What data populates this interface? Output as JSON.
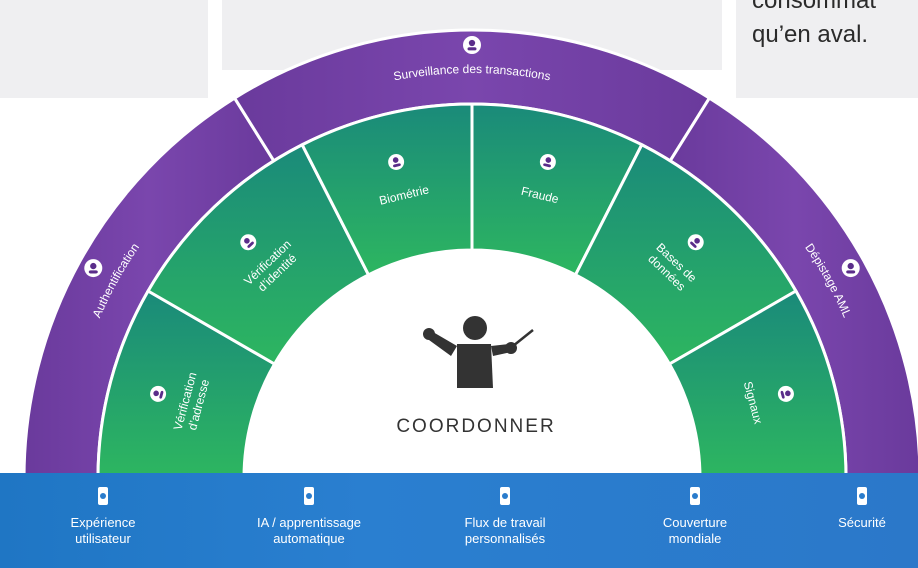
{
  "corner_text": {
    "line1": "consommat",
    "line2": "qu’en aval."
  },
  "center": {
    "label": "COORDONNER",
    "icon": "conductor-icon"
  },
  "outer_ring": {
    "color": "#6c3a9e",
    "segments": [
      {
        "label": "Authentification",
        "icon": "network-face-icon"
      },
      {
        "label": "Surveillance des transactions",
        "icon": "eye-icon"
      },
      {
        "label": "Dépistage AML",
        "icon": "search-person-icon"
      }
    ]
  },
  "inner_ring": {
    "colors": [
      "#1a8a7a",
      "#2db660"
    ],
    "segments": [
      {
        "label": [
          "Vérification",
          "d’adresse"
        ],
        "icon": "address-card-icon"
      },
      {
        "label": [
          "Vérification",
          "d’identité"
        ],
        "icon": "person-clock-icon"
      },
      {
        "label": [
          "Biométrie"
        ],
        "icon": "face-mesh-icon"
      },
      {
        "label": [
          "Fraude"
        ],
        "icon": "thief-icon"
      },
      {
        "label": [
          "Bases de",
          "données"
        ],
        "icon": "database-icon"
      },
      {
        "label": [
          "Signaux"
        ],
        "icon": "bell-icon"
      }
    ]
  },
  "bottom_bar": {
    "color": "#2a7ccc",
    "items": [
      {
        "label": "Expérience\nutilisateur",
        "icon": "phone-star-icon"
      },
      {
        "label": "IA / apprentissage\nautomatique",
        "icon": "ai-chip-icon"
      },
      {
        "label": "Flux de travail\npersonnalisés",
        "icon": "gears-icon"
      },
      {
        "label": "Couverture\nmondiale",
        "icon": "globe-icon"
      },
      {
        "label": "Sécurité",
        "icon": "shield-icon"
      }
    ]
  }
}
